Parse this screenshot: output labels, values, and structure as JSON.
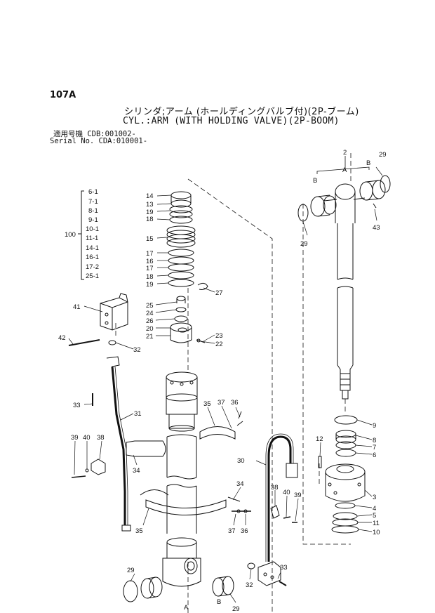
{
  "page": {
    "code": "107A",
    "title_jp": "シリンダ;アーム (ホールディングバルブ付)(2P-ブーム)",
    "title_en": "CYL.:ARM (WITH HOLDING VALVE)(2P-BOOM)",
    "serial_line1": "適用号機 CDB:001002-",
    "serial_line2": "Serial No. CDA:010001-"
  },
  "kit": {
    "group_number": "100",
    "items": [
      "6-1",
      "7-1",
      "8-1",
      "9-1",
      "10-1",
      "11-1",
      "14-1",
      "16-1",
      "17-2",
      "25-1"
    ]
  },
  "callouts": [
    {
      "id": "c2",
      "text": "2"
    },
    {
      "id": "c29a",
      "text": "29"
    },
    {
      "id": "cA1",
      "text": "A"
    },
    {
      "id": "cB1",
      "text": "B"
    },
    {
      "id": "cB2",
      "text": "B"
    },
    {
      "id": "c43",
      "text": "43"
    },
    {
      "id": "c29b",
      "text": "29"
    },
    {
      "id": "c14",
      "text": "14"
    },
    {
      "id": "c13",
      "text": "13"
    },
    {
      "id": "c19a",
      "text": "19"
    },
    {
      "id": "c18a",
      "text": "18"
    },
    {
      "id": "c15",
      "text": "15"
    },
    {
      "id": "c17a",
      "text": "17"
    },
    {
      "id": "c16",
      "text": "16"
    },
    {
      "id": "c17b",
      "text": "17"
    },
    {
      "id": "c18b",
      "text": "18"
    },
    {
      "id": "c19b",
      "text": "19"
    },
    {
      "id": "c27",
      "text": "27"
    },
    {
      "id": "c25",
      "text": "25"
    },
    {
      "id": "c24",
      "text": "24"
    },
    {
      "id": "c26",
      "text": "26"
    },
    {
      "id": "c20",
      "text": "20"
    },
    {
      "id": "c21",
      "text": "21"
    },
    {
      "id": "c23",
      "text": "23"
    },
    {
      "id": "c22",
      "text": "22"
    },
    {
      "id": "c41",
      "text": "41"
    },
    {
      "id": "c42",
      "text": "42"
    },
    {
      "id": "c32a",
      "text": "32"
    },
    {
      "id": "c33a",
      "text": "33"
    },
    {
      "id": "c31",
      "text": "31"
    },
    {
      "id": "c35a",
      "text": "35"
    },
    {
      "id": "c37a",
      "text": "37"
    },
    {
      "id": "c36a",
      "text": "36"
    },
    {
      "id": "c39a",
      "text": "39"
    },
    {
      "id": "c40a",
      "text": "40"
    },
    {
      "id": "c38a",
      "text": "38"
    },
    {
      "id": "c34a",
      "text": "34"
    },
    {
      "id": "c30",
      "text": "30"
    },
    {
      "id": "c34b",
      "text": "34"
    },
    {
      "id": "c35b",
      "text": "35"
    },
    {
      "id": "c37b",
      "text": "37"
    },
    {
      "id": "c36b",
      "text": "36"
    },
    {
      "id": "c38b",
      "text": "38"
    },
    {
      "id": "c40b",
      "text": "40"
    },
    {
      "id": "c39b",
      "text": "39"
    },
    {
      "id": "c9",
      "text": "9"
    },
    {
      "id": "c8",
      "text": "8"
    },
    {
      "id": "c7",
      "text": "7"
    },
    {
      "id": "c6",
      "text": "6"
    },
    {
      "id": "c12",
      "text": "12"
    },
    {
      "id": "c3",
      "text": "3"
    },
    {
      "id": "c4",
      "text": "4"
    },
    {
      "id": "c5",
      "text": "5"
    },
    {
      "id": "c11",
      "text": "11"
    },
    {
      "id": "c10",
      "text": "10"
    },
    {
      "id": "c29c",
      "text": "29"
    },
    {
      "id": "cA2",
      "text": "A"
    },
    {
      "id": "c33b",
      "text": "33"
    },
    {
      "id": "c32b",
      "text": "32"
    },
    {
      "id": "cB3",
      "text": "B"
    },
    {
      "id": "c29d",
      "text": "29"
    }
  ]
}
